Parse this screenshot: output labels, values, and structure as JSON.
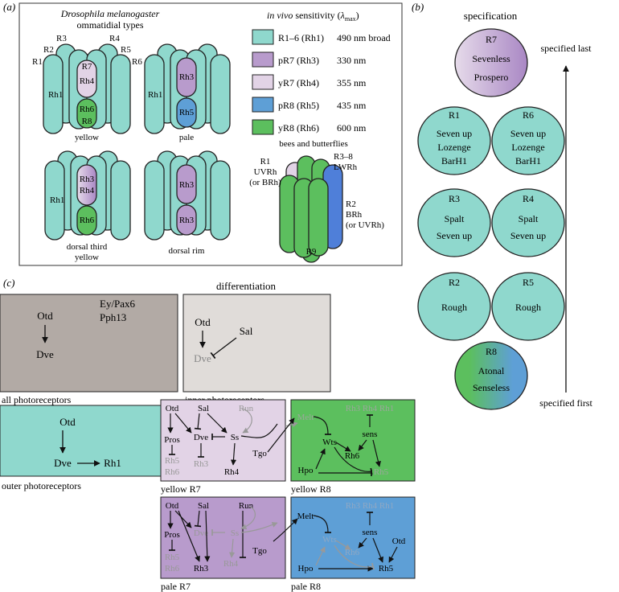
{
  "panel_a": {
    "label": "(a)",
    "title_species": "Drosophila melanogaster",
    "title_sub": "ommatidial types",
    "legend_title": "in vivo sensitivity (λmax)",
    "legend": [
      {
        "color": "#8fd8cd",
        "name": "R1–6 (Rh1)",
        "value": "490 nm broad"
      },
      {
        "color": "#b89bcc",
        "name": "pR7 (Rh3)",
        "value": "330 nm"
      },
      {
        "color": "#e2d3e6",
        "name": "yR7 (Rh4)",
        "value": "355 nm"
      },
      {
        "color": "#5e9fd6",
        "name": "pR8 (Rh5)",
        "value": "435 nm"
      },
      {
        "color": "#5cbf5e",
        "name": "yR8 (Rh6)",
        "value": "600 nm"
      }
    ],
    "ommatidia": {
      "yellow": {
        "caption": "yellow",
        "r_labels": [
          "R3",
          "R4",
          "R2",
          "R5",
          "R1",
          "R6"
        ],
        "rh1": "Rh1",
        "r7_label": "R7",
        "r7_rh": "Rh4",
        "r8_rh": "Rh6",
        "r8_label": "R8"
      },
      "pale": {
        "caption": "pale",
        "rh1": "Rh1",
        "r7_rh": "Rh3",
        "r8_rh": "Rh5"
      },
      "dorsal_third": {
        "caption_line1": "dorsal third",
        "caption_line2": "yellow",
        "rh1": "Rh1",
        "r7_rh_a": "Rh3",
        "r7_rh_b": "Rh4",
        "r8_rh": "Rh6"
      },
      "dorsal_rim": {
        "caption": "dorsal rim",
        "r7_rh": "Rh3",
        "r8_rh": "Rh3"
      }
    },
    "bees": {
      "title": "bees and butterflies",
      "r1_line1": "R1",
      "r1_line2": "UVRh",
      "r1_line3": "(or BRh)",
      "r38_line1": "R3–8",
      "r38_line2": "LWRh",
      "r2_line1": "R2",
      "r2_line2": "BRh",
      "r2_line3": "(or UVRh)",
      "r9": "R9"
    }
  },
  "panel_b": {
    "label": "(b)",
    "title": "specification",
    "specified_last": "specified last",
    "specified_first": "specified first",
    "cells": {
      "r7": {
        "label": "R7",
        "l1": "Sevenless",
        "l2": "Prospero"
      },
      "r1": {
        "label": "R1",
        "l1": "Seven up",
        "l2": "Lozenge",
        "l3": "BarH1"
      },
      "r6": {
        "label": "R6",
        "l1": "Seven up",
        "l2": "Lozenge",
        "l3": "BarH1"
      },
      "r3": {
        "label": "R3",
        "l1": "Spalt",
        "l2": "Seven up"
      },
      "r4": {
        "label": "R4",
        "l1": "Spalt",
        "l2": "Seven up"
      },
      "r2": {
        "label": "R2",
        "l1": "Rough"
      },
      "r5": {
        "label": "R5",
        "l1": "Rough"
      },
      "r8": {
        "label": "R8",
        "l1": "Atonal",
        "l2": "Senseless"
      }
    }
  },
  "panel_c": {
    "label": "(c)",
    "title": "differentiation",
    "all": {
      "caption": "all photoreceptors",
      "otd": "Otd",
      "dve": "Dve",
      "ey": "Ey/Pax6",
      "pph": "Pph13"
    },
    "inner": {
      "caption": "inner photoreceptors",
      "otd": "Otd",
      "sal": "Sal",
      "dve": "Dve"
    },
    "outer": {
      "caption": "outer photoreceptors",
      "otd": "Otd",
      "dve": "Dve",
      "rh1": "Rh1"
    },
    "yellow_r7": {
      "caption": "yellow R7",
      "otd": "Otd",
      "sal": "Sal",
      "run": "Run",
      "pros": "Pros",
      "dve": "Dve",
      "ss": "Ss",
      "rh5": "Rh5",
      "rh6": "Rh6",
      "rh3": "Rh3",
      "rh4": "Rh4",
      "tgo": "Tgo"
    },
    "yellow_r8": {
      "caption": "yellow R8",
      "melt": "Melt",
      "rhs": "Rh3 Rh4 Rh1",
      "sens": "sens",
      "wts": "Wts",
      "rh6": "Rh6",
      "hpo": "Hpo",
      "rh5": "Rh5"
    },
    "pale_r7": {
      "caption": "pale R7",
      "otd": "Otd",
      "sal": "Sal",
      "run": "Run",
      "pros": "Pros",
      "dve": "Dve",
      "ss": "Ss",
      "rh5": "Rh5",
      "rh6": "Rh6",
      "rh3": "Rh3",
      "rh4": "Rh4",
      "tgo": "Tgo"
    },
    "pale_r8": {
      "caption": "pale R8",
      "melt": "Melt",
      "rhs": "Rh3 Rh4 Rh1",
      "sens": "sens",
      "otd": "Otd",
      "wts": "Wts",
      "rh6": "Rh6",
      "hpo": "Hpo",
      "rh5": "Rh5"
    }
  }
}
